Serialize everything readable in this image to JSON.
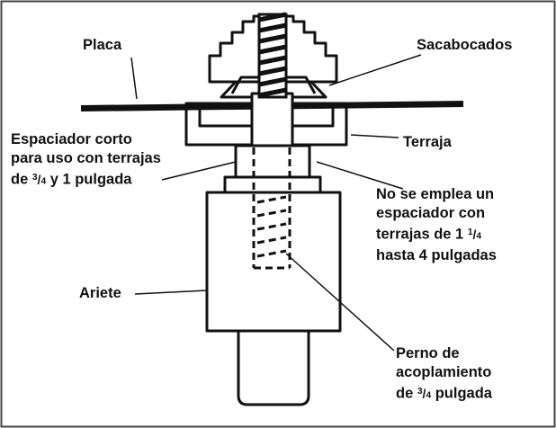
{
  "labels": {
    "placa": "Placa",
    "sacabocados": "Sacabocados",
    "terraja": "Terraja",
    "espaciador": {
      "line1": "Espaciador corto",
      "line2": "para uso con terrajas",
      "line3_pre": "de ",
      "frac_num": "3",
      "frac_den": "4",
      "line3_post": " y 1 pulgada"
    },
    "no_espaciador": {
      "line1": "No se emplea un",
      "line2": "espaciador con",
      "line3_pre": "terrajas de 1 ",
      "frac_num": "1",
      "frac_den": "4",
      "line4": "hasta 4 pulgadas"
    },
    "ariete": "Ariete",
    "perno": {
      "line1": "Perno de",
      "line2": "acoplamiento",
      "line3_pre": "de ",
      "frac_num": "3",
      "frac_den": "4",
      "line3_post": " pulgada"
    }
  },
  "colors": {
    "ink": "#111111",
    "background": "#ffffff",
    "frame": "#444444"
  }
}
